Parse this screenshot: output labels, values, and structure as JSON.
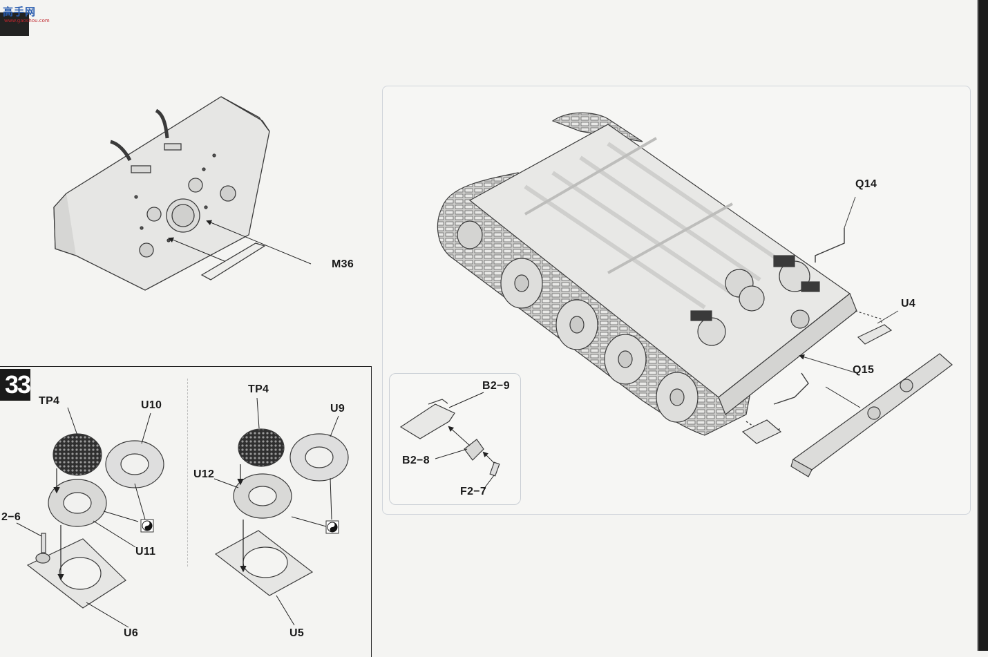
{
  "logo": {
    "text": "高手网",
    "sub": "www.gaoshou.com"
  },
  "step": {
    "number": "33"
  },
  "labels": {
    "m36": "M36",
    "q14": "Q14",
    "u4": "U4",
    "q15": "Q15",
    "b2_9": "B2−9",
    "b2_8": "B2−8",
    "f2_7": "F2−7",
    "tp4_left": "TP4",
    "u10": "U10",
    "u11": "U11",
    "u6": "U6",
    "part_2_6": "2−6",
    "tp4_right": "TP4",
    "u9": "U9",
    "u12": "U12",
    "u5": "U5"
  },
  "icons": {
    "yin_yang_left": "yin-yang-icon",
    "yin_yang_right": "yin-yang-icon"
  },
  "colors": {
    "line": "#3a3a3a",
    "part_fill": "#e6e6e4",
    "mesh": "#2f2f2f",
    "frame": "#cfd4da"
  }
}
